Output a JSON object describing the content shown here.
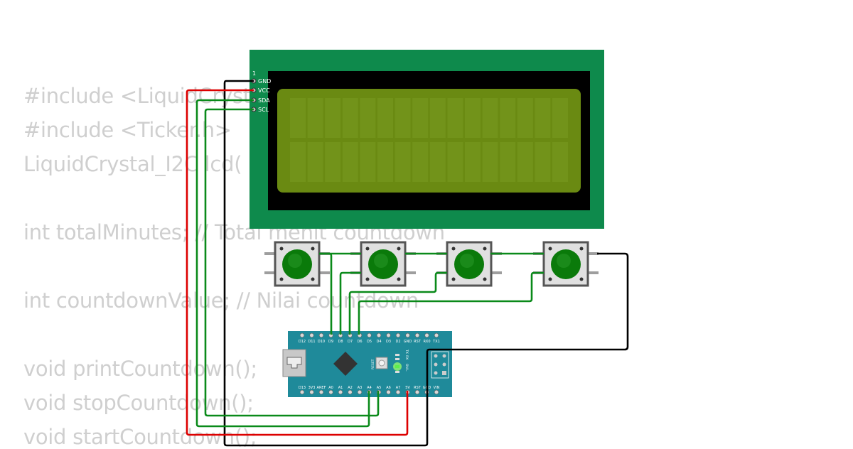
{
  "code": {
    "lines": [
      "#include <LiquidCrystal_I2C.h>",
      "#include <Ticker.h>",
      "LiquidCrystal_I2C lcd(",
      "",
      "int totalMinutes; // Total menit countdown",
      "",
      "int countdownValue; // Nilai countdown",
      "",
      "void printCountdown();",
      "void stopCountdown();",
      "void startCountdown();"
    ]
  },
  "lcd": {
    "pin_one": "1",
    "pins": [
      "GND",
      "VCC",
      "SDA",
      "SCL"
    ],
    "colors": {
      "pcb": "#0e8a4c",
      "bezel": "#000000",
      "screen": "#6a8a12"
    }
  },
  "buttons": {
    "count": 4,
    "cap_color": "#0a7a0a"
  },
  "nano": {
    "top_pins": [
      "D12",
      "D11",
      "D10",
      "D9",
      "D8",
      "D7",
      "D6",
      "D5",
      "D4",
      "D3",
      "D2",
      "GND",
      "RST",
      "RX0",
      "TX1"
    ],
    "bottom_pins": [
      "D13",
      "3V3",
      "AREF",
      "A0",
      "A1",
      "A2",
      "A3",
      "A4",
      "A5",
      "A6",
      "A7",
      "5V",
      "RST",
      "GND",
      "VIN"
    ],
    "reset_label": "RESET",
    "led_labels": [
      "TX",
      "RX",
      "ON",
      "L"
    ],
    "board_color": "#1f8a9a"
  },
  "wires": {
    "colors": {
      "gnd": "#000000",
      "vcc": "#dd0000",
      "signal": "#0a8a1a"
    }
  }
}
